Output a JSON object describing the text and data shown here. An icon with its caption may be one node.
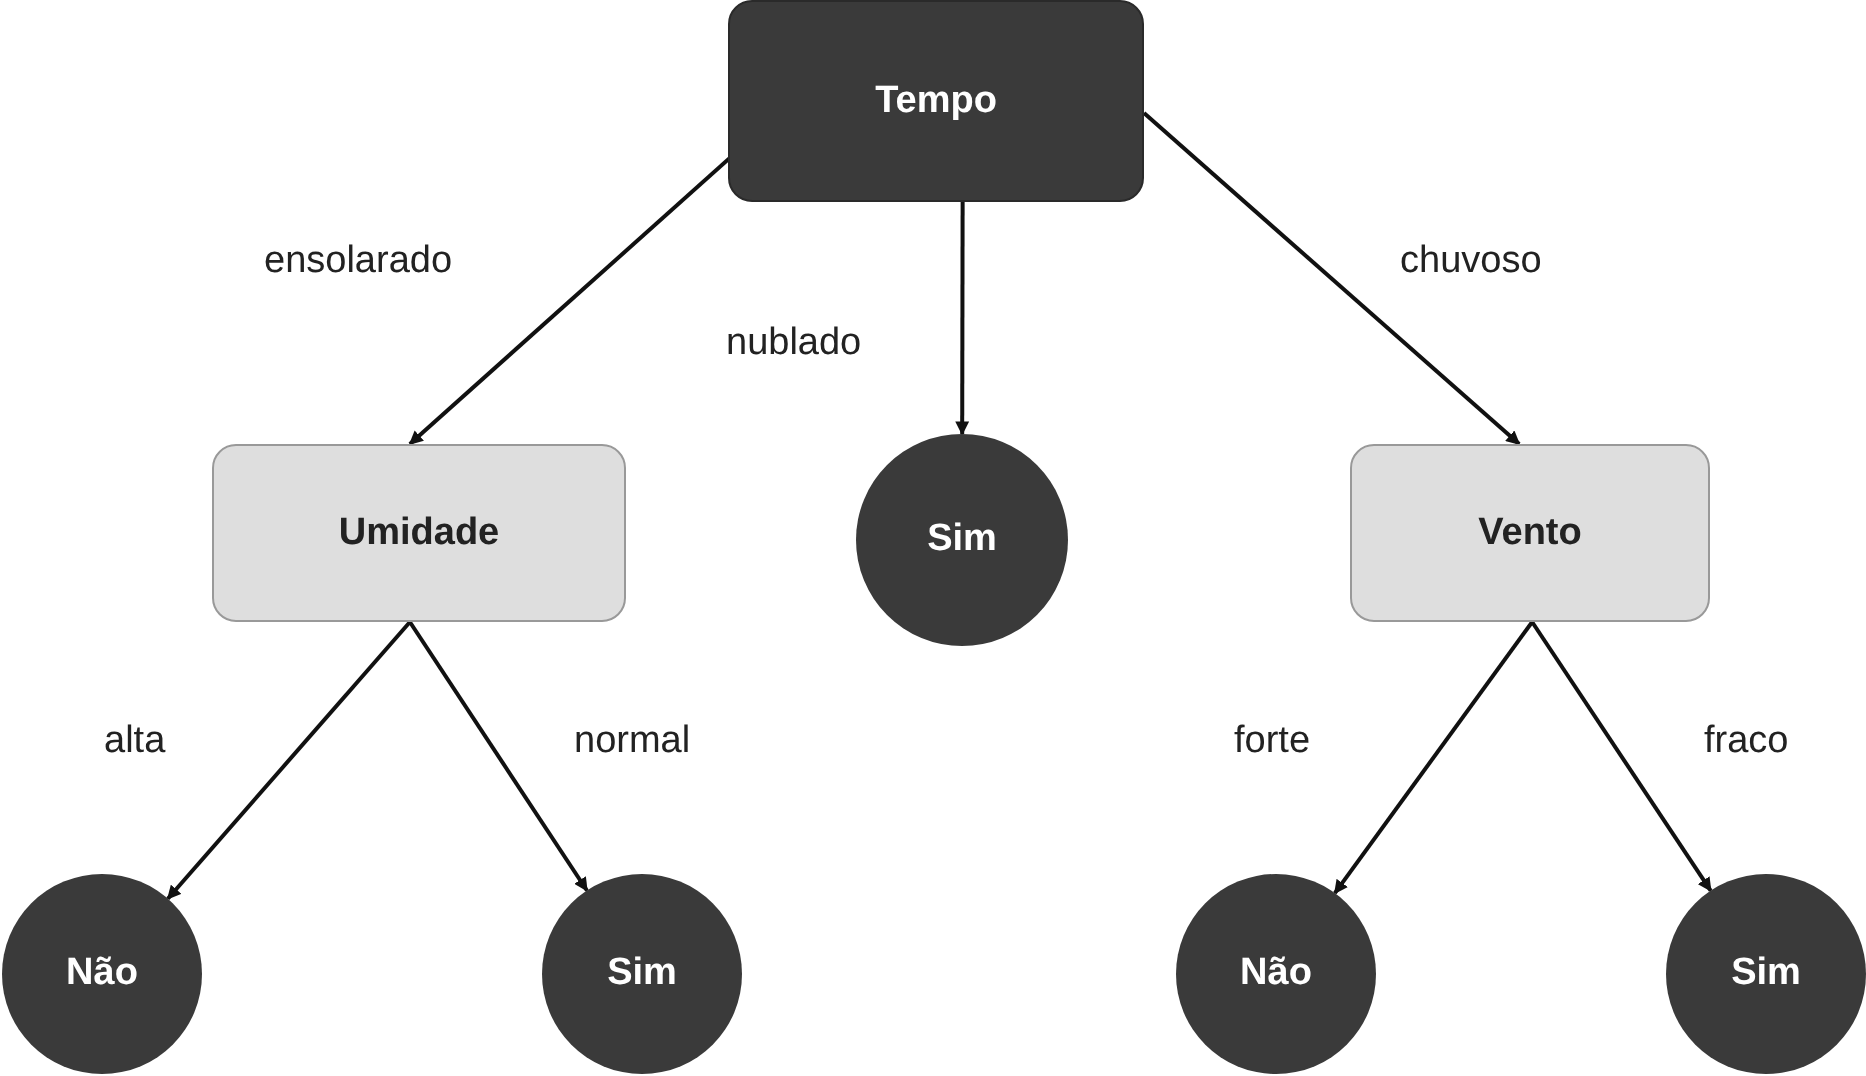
{
  "diagram": {
    "nodes": [
      {
        "text": [
          "Tempo"
        ]
      },
      {
        "text": [
          "Umidade"
        ]
      },
      {
        "text": [
          "Sim"
        ]
      },
      {
        "text": [
          "Vento"
        ]
      },
      {
        "text": [
          "Não"
        ]
      },
      {
        "text": [
          "Sim"
        ]
      },
      {
        "text": [
          "Não"
        ]
      },
      {
        "text": [
          "Sim"
        ]
      }
    ],
    "edges": [
      {
        "from": 0,
        "to": 1,
        "arrow": "to",
        "label": "ensolarado"
      },
      {
        "from": 0,
        "to": 2,
        "arrow": "to",
        "label": "nublado"
      },
      {
        "from": 0,
        "to": 3,
        "arrow": "to",
        "label": "chuvoso"
      },
      {
        "from": 1,
        "to": 4,
        "arrow": "to",
        "label": "alta"
      },
      {
        "from": 1,
        "to": 5,
        "arrow": "to",
        "label": "normal"
      },
      {
        "from": 3,
        "to": 6,
        "arrow": "to",
        "label": "forte"
      },
      {
        "from": 3,
        "to": 7,
        "arrow": "to",
        "label": "fraco"
      }
    ]
  }
}
